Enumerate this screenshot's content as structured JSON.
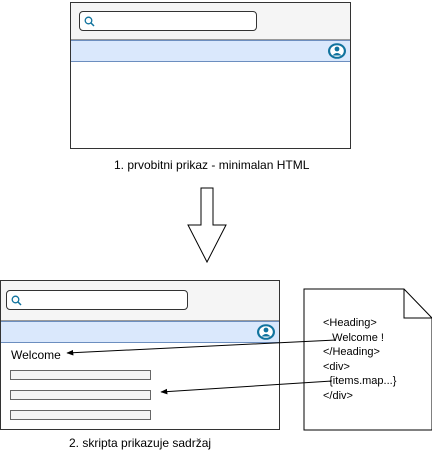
{
  "top_caption": "1. prvobitni prikaz - minimalan HTML",
  "bottom_caption": "2. skripta prikazuje sadržaj",
  "rendered_heading": "Welcome",
  "code_lines": [
    "<Heading>",
    "   Welcome !",
    "</Heading>",
    "<div>",
    "  {items.map...}",
    "</div>"
  ],
  "icons": {
    "search": "search-icon",
    "user": "user-icon",
    "arrow_down": "down-arrow-icon"
  },
  "colors": {
    "toolbar": "#f5f5f5",
    "blue_bar": "#dae8fc",
    "blue_border": "#6c8ebf",
    "user_icon": "#10739e"
  }
}
